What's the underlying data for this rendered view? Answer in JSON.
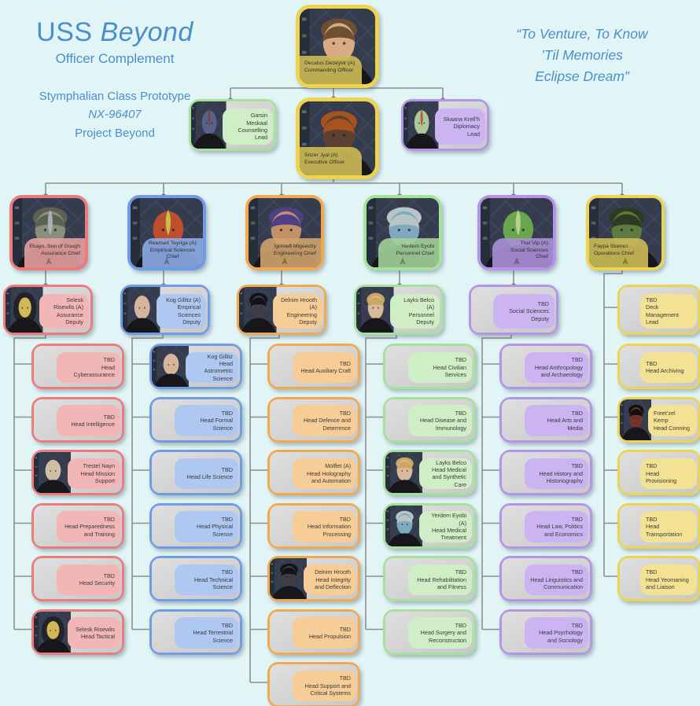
{
  "header": {
    "ship_prefix": "USS",
    "ship_name": "Beyond",
    "subtitle": "Officer Complement",
    "class_lines": [
      "Stymphalian Class Prototype",
      "NX-96407",
      "Project Beyond"
    ],
    "quote_lines": [
      "“To Venture, To Know",
      "’Til Memories",
      "Eclipse Dream”"
    ]
  },
  "colors": {
    "background": "#e1f4f6",
    "heading_blue": "#4a8fcb",
    "connector_gray": "#8e8e8e",
    "placeholder_gray": "#d6d6d6",
    "themes": {
      "command": {
        "border": "#eed44e",
        "panel": "#f3e294",
        "band": "#cdbb58"
      },
      "green": {
        "border": "#a6e19c",
        "panel": "#cfeec6",
        "band": "#a2cf99"
      },
      "purple": {
        "border": "#b593e7",
        "panel": "#ccb3f2",
        "band": "#ab8fd8"
      },
      "red": {
        "border": "#ec7b7b",
        "panel": "#f3b6b6",
        "band": "#e79f9f"
      },
      "blue": {
        "border": "#6f9ce4",
        "panel": "#aec8f2",
        "band": "#8cabe8"
      },
      "orange": {
        "border": "#f2a94e",
        "panel": "#f7cd97",
        "band": "#cfa36e"
      }
    }
  },
  "org": {
    "commanding_officer": {
      "name": "Decatus Dezeyvir (A)",
      "role": "Commanding Officer",
      "portrait": {
        "skin": "#d8ab84",
        "hair": "#6e4f33"
      }
    },
    "counselling_lead": {
      "name": "Garsin Meskaal",
      "role": "Counselling Lead",
      "portrait": {
        "skin": "#55628a",
        "hair": null,
        "crest": "#8a3a4a"
      }
    },
    "executive_officer": {
      "name": "Srizer Jyal (A)",
      "role": "Executive Officer",
      "portrait": {
        "skin": "#5f4030",
        "hair": "#a8521f"
      }
    },
    "diplomacy_lead": {
      "name": "Skaana Krell’h",
      "role": "Diplomacy Lead",
      "portrait": {
        "skin": "#aec89a",
        "hair": null,
        "crest": "#b84a3a"
      }
    },
    "departments": [
      {
        "id": "assurance",
        "theme": "red",
        "chief": {
          "name": "Ekayn, Son of Gough",
          "role": "Assurance Chief",
          "portrait": {
            "skin": "#87907b",
            "hair": "#5c6150",
            "crest": "#b0b8c0"
          }
        },
        "deputy": {
          "name": "Selesk Risewlis (A)",
          "role": "Assurance Deputy",
          "portrait": {
            "skin": "#d3b955",
            "hair": null,
            "hood": "#23232b"
          }
        },
        "heads": [
          {
            "name": "TBD",
            "role": "Head Cyberassurance",
            "portrait": null
          },
          {
            "name": "TBD",
            "role": "Head Intelligence",
            "portrait": null
          },
          {
            "name": "Trestel Nayn",
            "role": "Head Mission Support",
            "portrait": {
              "skin": "#cfc0a4",
              "hair": null
            }
          },
          {
            "name": "TBD",
            "role": "Head Preparedness and Training",
            "portrait": null
          },
          {
            "name": "TBD",
            "role": "Head Security",
            "portrait": null
          },
          {
            "name": "Selesk Risewlis",
            "role": "Head Tactical",
            "portrait": {
              "skin": "#d3b955",
              "hair": null,
              "hood": "#23232b"
            }
          }
        ]
      },
      {
        "id": "empirical-sciences",
        "theme": "blue",
        "chief": {
          "name": "Rewtseti Teyriga (A)",
          "role": "Empirical Sciences Chief",
          "portrait": {
            "skin": "#bf4e2a",
            "hair": null,
            "crest": "#c8cc50"
          }
        },
        "deputy": {
          "name": "Kog Gillitz (A)",
          "role": "Empirical Sciences Deputy",
          "portrait": {
            "skin": "#d7b49c",
            "hair": null
          }
        },
        "heads": [
          {
            "name": "Kog Gillitz",
            "role": "Head Astrometric Science",
            "portrait": {
              "skin": "#d7b49c",
              "hair": null
            }
          },
          {
            "name": "TBD",
            "role": "Head Formal Science",
            "portrait": null
          },
          {
            "name": "TBD",
            "role": "Head Life Science",
            "portrait": null
          },
          {
            "name": "TBD",
            "role": "Head Physical Science",
            "portrait": null
          },
          {
            "name": "TBD",
            "role": "Head Technical Science",
            "portrait": null
          },
          {
            "name": "TBD",
            "role": "Head Terrestrial Science",
            "portrait": null
          }
        ]
      },
      {
        "id": "engineering",
        "theme": "orange",
        "chief": {
          "name": "Igrinteff Migeechy",
          "role": "Engineering Chief",
          "portrait": {
            "skin": "#c39067",
            "hair": "#4f3f86"
          }
        },
        "deputy": {
          "name": "Delnim Hrooth (A)",
          "role": "Engineering Deputy",
          "portrait": {
            "skin": "#3e3e48",
            "hair": "#121218"
          }
        },
        "heads": [
          {
            "name": "TBD",
            "role": "Head Auxiliary Craft",
            "portrait": null
          },
          {
            "name": "TBD",
            "role": "Head Defence and Deterrence",
            "portrait": null
          },
          {
            "name": "Molflet (A)",
            "role": "Head Holography and Automation",
            "portrait": null
          },
          {
            "name": "TBD",
            "role": "Head Information Processing",
            "portrait": null
          },
          {
            "name": "Delnim Hrooth",
            "role": "Head Integrity and Deflection",
            "portrait": {
              "skin": "#3e3e48",
              "hair": "#121218"
            }
          },
          {
            "name": "TBD",
            "role": "Head Propulsion",
            "portrait": null
          },
          {
            "name": "TBD",
            "role": "Head Support and Critical Systems",
            "portrait": null
          }
        ]
      },
      {
        "id": "personnel",
        "theme": "green",
        "chief": {
          "name": "Yerdem Eyobi",
          "role": "Personnel Chief",
          "portrait": {
            "skin": "#7fa9bc",
            "hair": "#b8c4c6"
          }
        },
        "deputy": {
          "name": "Layks Belco (A)",
          "role": "Personnel Deputy",
          "portrait": {
            "skin": "#d9b99c",
            "hair": "#c9a75e"
          }
        },
        "heads": [
          {
            "name": "TBD",
            "role": "Head Civilian Services",
            "portrait": null
          },
          {
            "name": "TBD",
            "role": "Head Disease and Immunology",
            "portrait": null
          },
          {
            "name": "Layks Belco",
            "role": "Head Medical and Synthetic Care",
            "portrait": {
              "skin": "#d9b99c",
              "hair": "#c9a75e"
            }
          },
          {
            "name": "Yerdem Eyobi (A)",
            "role": "Head Medical Treatment",
            "portrait": {
              "skin": "#7fa9bc",
              "hair": "#b8c4c6"
            }
          },
          {
            "name": "TBD",
            "role": "Head Rehabilitation and Fitness",
            "portrait": null
          },
          {
            "name": "TBD",
            "role": "Head Surgery and Reconstruction",
            "portrait": null
          }
        ]
      },
      {
        "id": "social-sciences",
        "theme": "purple",
        "chief": {
          "name": "Thel Vip (A)",
          "role": "Social Sciences Chief",
          "portrait": {
            "skin": "#69a64e",
            "hair": null,
            "crest": "#bcd896"
          }
        },
        "deputy": {
          "name": "TBD",
          "role": "Social Sciences Deputy",
          "portrait": null
        },
        "heads": [
          {
            "name": "TBD",
            "role": "Head Anthropology and Archaeology",
            "portrait": null
          },
          {
            "name": "TBD",
            "role": "Head Arts and Media",
            "portrait": null
          },
          {
            "name": "TBD",
            "role": "Head History and Historiography",
            "portrait": null
          },
          {
            "name": "TBD",
            "role": "Head Law, Politics and Economics",
            "portrait": null
          },
          {
            "name": "TBD",
            "role": "Head Linguistics and Communication",
            "portrait": null
          },
          {
            "name": "TBD",
            "role": "Head Psychology and Sociology",
            "portrait": null
          }
        ]
      },
      {
        "id": "operations",
        "theme": "command",
        "chief": {
          "name": "Faypa Skemci",
          "role": "Operations Chief",
          "portrait": {
            "skin": "#5d7a40",
            "hair": "#2e3a22"
          }
        },
        "deputy": null,
        "heads": [
          {
            "name": "TBD",
            "role": "Deck Management Lead",
            "portrait": null
          },
          {
            "name": "TBD",
            "role": "Head Archiving",
            "portrait": null
          },
          {
            "name": "Freet’zel Kemp",
            "role": "Head Conning",
            "portrait": {
              "skin": "#73352a",
              "hair": "#140f0e"
            }
          },
          {
            "name": "TBD",
            "role": "Head Provisioning",
            "portrait": null
          },
          {
            "name": "TBD",
            "role": "Head Transportation",
            "portrait": null
          },
          {
            "name": "TBD",
            "role": "Head Yeomaning and Liaison",
            "portrait": null
          }
        ]
      }
    ]
  }
}
